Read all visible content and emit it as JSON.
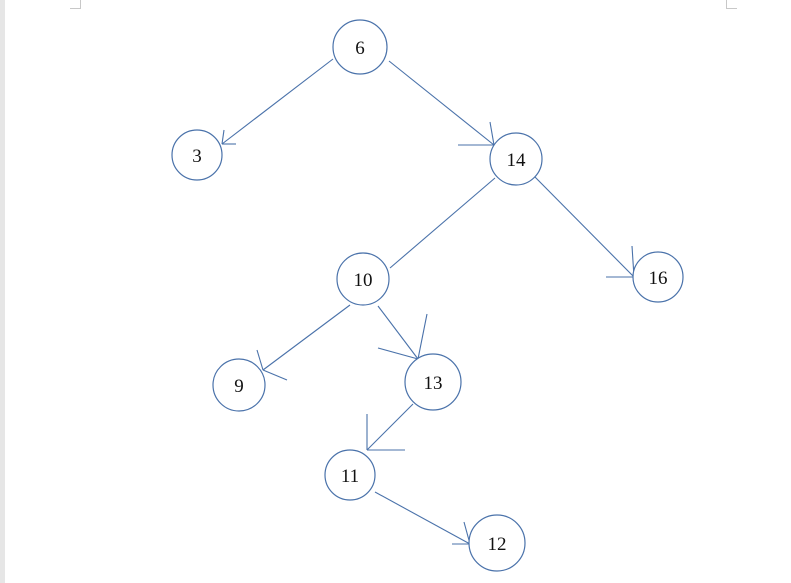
{
  "diagram": {
    "type": "binary-tree",
    "colors": {
      "stroke": "#4a72aa",
      "fill": "#ffffff",
      "text": "#111111"
    },
    "nodes": [
      {
        "id": "n6",
        "label": "6"
      },
      {
        "id": "n3",
        "label": "3"
      },
      {
        "id": "n14",
        "label": "14"
      },
      {
        "id": "n10",
        "label": "10"
      },
      {
        "id": "n16",
        "label": "16"
      },
      {
        "id": "n9",
        "label": "9"
      },
      {
        "id": "n13",
        "label": "13"
      },
      {
        "id": "n11",
        "label": "11"
      },
      {
        "id": "n12",
        "label": "12"
      }
    ],
    "edges": [
      {
        "from": "n6",
        "to": "n3"
      },
      {
        "from": "n6",
        "to": "n14"
      },
      {
        "from": "n14",
        "to": "n10"
      },
      {
        "from": "n14",
        "to": "n16"
      },
      {
        "from": "n10",
        "to": "n9"
      },
      {
        "from": "n10",
        "to": "n13"
      },
      {
        "from": "n13",
        "to": "n11"
      },
      {
        "from": "n11",
        "to": "n12"
      }
    ]
  }
}
